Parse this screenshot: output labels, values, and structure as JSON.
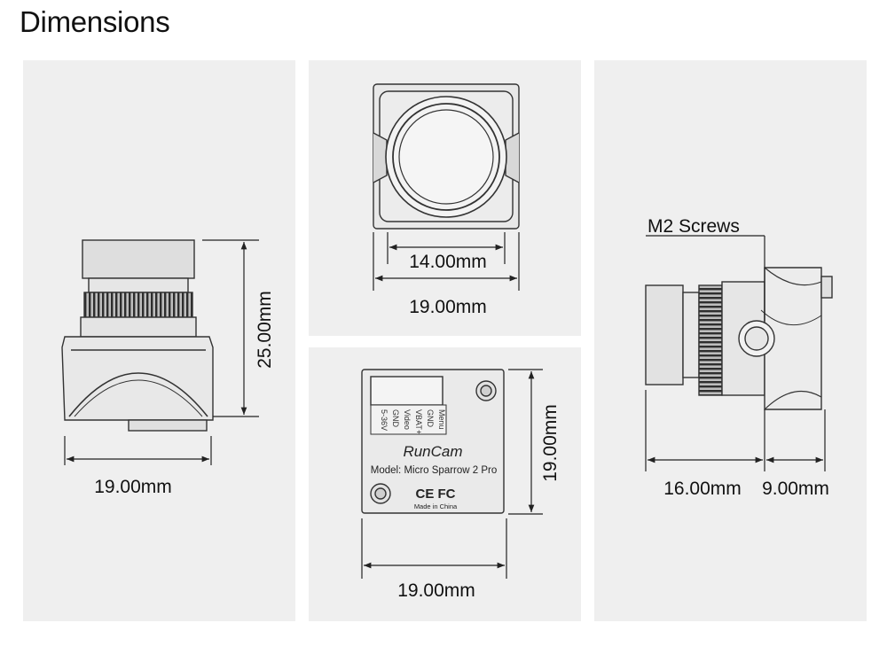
{
  "title": "Dimensions",
  "front_view": {
    "width_label": "19.00mm",
    "height_label": "25.00mm"
  },
  "top_view": {
    "lens_width_label": "14.00mm",
    "body_width_label": "19.00mm"
  },
  "back_view": {
    "width_label": "19.00mm",
    "height_label": "19.00mm",
    "pins": [
      "5-36V",
      "GND",
      "Video",
      "VBAT+",
      "GND",
      "Menu"
    ],
    "brand": "RunCam",
    "model": "Model: Micro Sparrow 2 Pro",
    "certs": "CE FC",
    "made_in": "Made in China"
  },
  "side_view": {
    "callout": "M2 Screws",
    "length_label": "16.00mm",
    "rear_label": "9.00mm"
  }
}
